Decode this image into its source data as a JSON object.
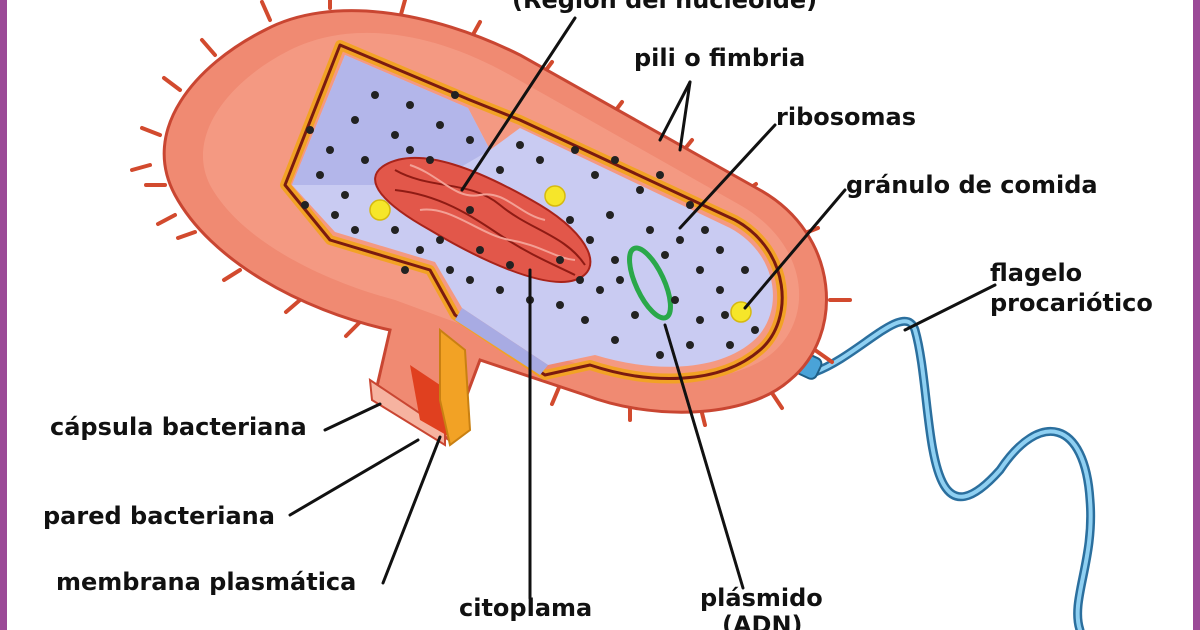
{
  "colors": {
    "frame": "#9b4a97",
    "capsule": "#f08a72",
    "capsule_dark": "#d9523c",
    "pili": "#d24a2e",
    "wall": "#f2a225",
    "membrane": "#7a1a10",
    "cytoplasm": "#c9cbf2",
    "nucleoid": "#cc3322",
    "plasmid": "#2aa84a",
    "ribosome": "#222222",
    "granule": "#f6e62a",
    "flagellum": "#4aa3d8"
  },
  "labels": {
    "nucleoid": "(Región del nucleoide)",
    "pili": "pili o fimbria",
    "ribosomes": "ribosomas",
    "granule": "gránulo de comida",
    "flagellum_line1": "flagelo",
    "flagellum_line2": "procariótico",
    "capsule": "cápsula bacteriana",
    "wall": "pared bacteriana",
    "membrane": "membrana plasmática",
    "cytoplasm": "citoplama",
    "plasmid_line1": "plásmido",
    "plasmid_line2": "(ADN)"
  }
}
